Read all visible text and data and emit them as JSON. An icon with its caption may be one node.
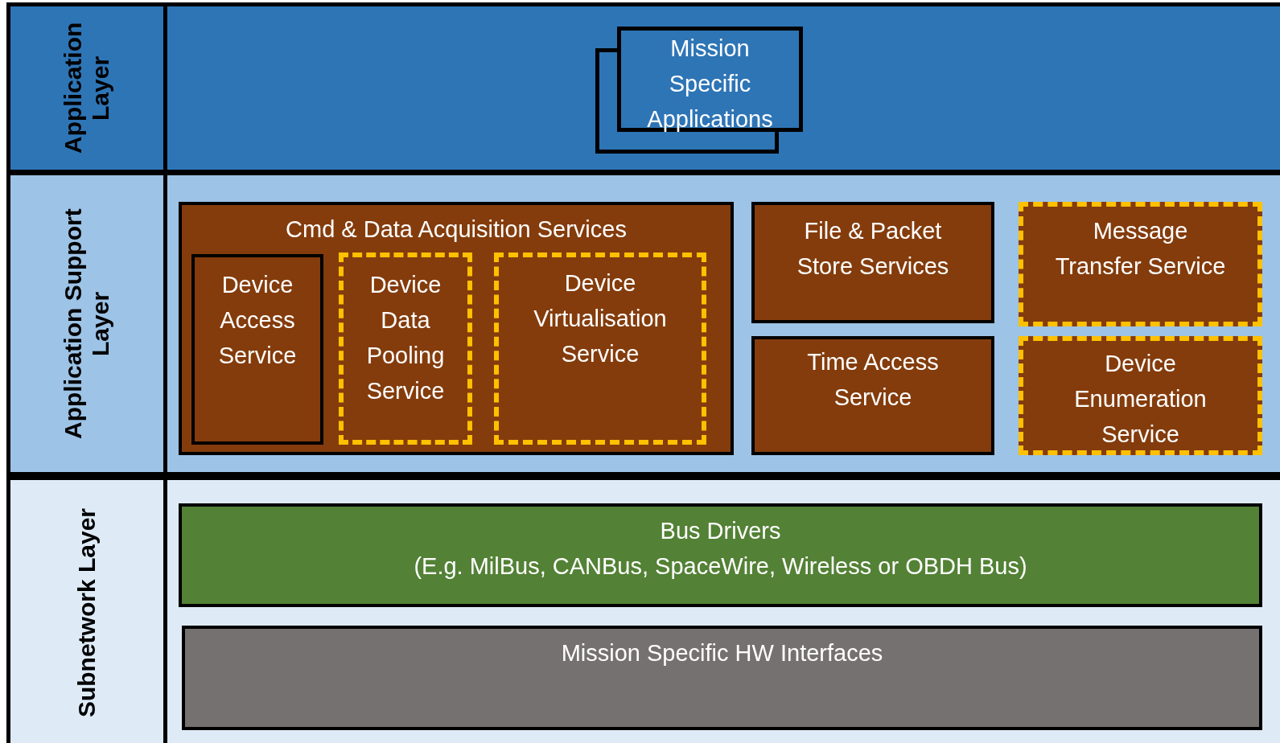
{
  "diagram": {
    "nodes": [
      {
        "text": [
          "Application Layer"
        ]
      },
      {
        "text": [
          "Mission Specific Applications"
        ],
        "in": 0
      },
      {
        "text": [
          "Application Support Layer"
        ]
      },
      {
        "text": [
          "Cmd & Data Acquisition Services"
        ],
        "in": 2
      },
      {
        "text": [
          "Device Access Service"
        ],
        "in": 3
      },
      {
        "text": [
          "Device Data Pooling Service"
        ],
        "in": 3
      },
      {
        "text": [
          "Device Virtualisation Service"
        ],
        "in": 3
      },
      {
        "text": [
          "File & Packet Store Services"
        ],
        "in": 2
      },
      {
        "text": [
          "Message Transfer Service"
        ],
        "in": 2
      },
      {
        "text": [
          "Time Access Service"
        ],
        "in": 2
      },
      {
        "text": [
          "Device Enumeration Service"
        ],
        "in": 2
      },
      {
        "text": [
          "Subnetwork Layer"
        ]
      },
      {
        "text": [
          "Bus Drivers",
          "(E.g. MilBus, CANBus, SpaceWire, Wireless or OBDH Bus)"
        ],
        "in": 11
      },
      {
        "text": [
          "Mission Specific HW Interfaces"
        ],
        "in": 11
      }
    ]
  }
}
